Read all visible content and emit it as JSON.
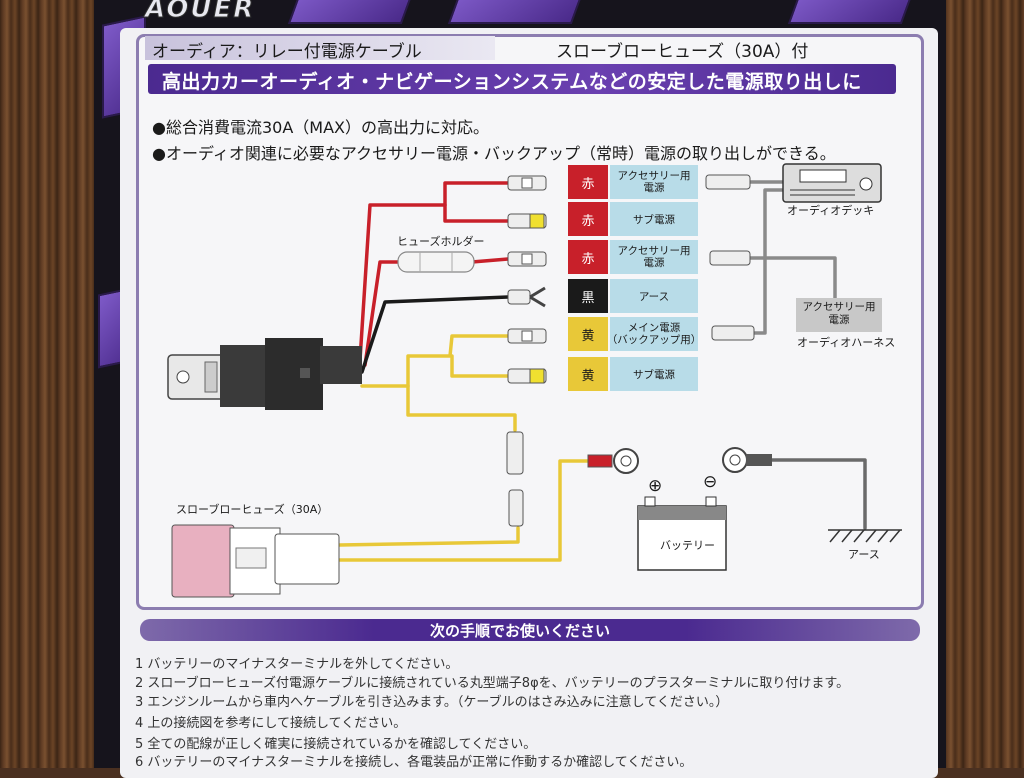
{
  "brand": {
    "logo_text": "AOUER"
  },
  "header": {
    "product_name": "オーディア：リレー付電源ケーブル",
    "fuse_note": "スローブローヒューズ（30A）付",
    "headline": "高出力カーオーディオ・ナビゲーションシステムなどの安定した電源取り出しに"
  },
  "features": [
    "●総合消費電流30A（MAX）の高出力に対応。",
    "●オーディオ関連に必要なアクセサリー電源・バックアップ（常時）電源の取り出しができる。"
  ],
  "diagram": {
    "fuse_holder_label": "ヒューズホルダー",
    "slow_blow_fuse_label": "スローブローヒューズ（30A）",
    "battery_label": "バッテリー",
    "plus_symbol": "⊕",
    "minus_symbol": "⊖",
    "ground_label": "アース",
    "audio_deck_label": "オーディオデッキ",
    "harness_box_label": "アクセサリー用\n電源",
    "harness_label": "オーディオハーネス",
    "wires": [
      {
        "color_label": "赤",
        "description": "アクセサリー用\n電源",
        "color": "#c8202a"
      },
      {
        "color_label": "赤",
        "description": "サブ電源",
        "color": "#c8202a"
      },
      {
        "color_label": "赤",
        "description": "アクセサリー用\n電源",
        "color": "#c8202a"
      },
      {
        "color_label": "黒",
        "description": "アース",
        "color": "#1a1a1a"
      },
      {
        "color_label": "黄",
        "description": "メイン電源\n（バックアップ用）",
        "color": "#e8c838"
      },
      {
        "color_label": "黄",
        "description": "サブ電源",
        "color": "#e8c838"
      }
    ]
  },
  "instructions": {
    "title": "次の手順でお使いください",
    "steps": [
      "1 バッテリーのマイナスターミナルを外してください。",
      "2 スローブローヒューズ付電源ケーブルに接続されている丸型端子8φを、バッテリーのプラスターミナルに取り付けます。",
      "3 エンジンルームから車内へケーブルを引き込みます。（ケーブルのはさみ込みに注意してください。）",
      "4 上の接続図を参考にして接続してください。",
      "5 全ての配線が正しく確実に接続されているかを確認してください。",
      "6 バッテリーのマイナスターミナルを接続し、各電装品が正常に作動するか確認してください。"
    ]
  },
  "colors": {
    "brand_purple": "#4b2a90",
    "red_wire": "#c8202a",
    "yellow_wire": "#e8c838",
    "black_wire": "#1a1a1a",
    "label_blue": "#b8dce8",
    "panel_bg": "#f1f1f4"
  }
}
